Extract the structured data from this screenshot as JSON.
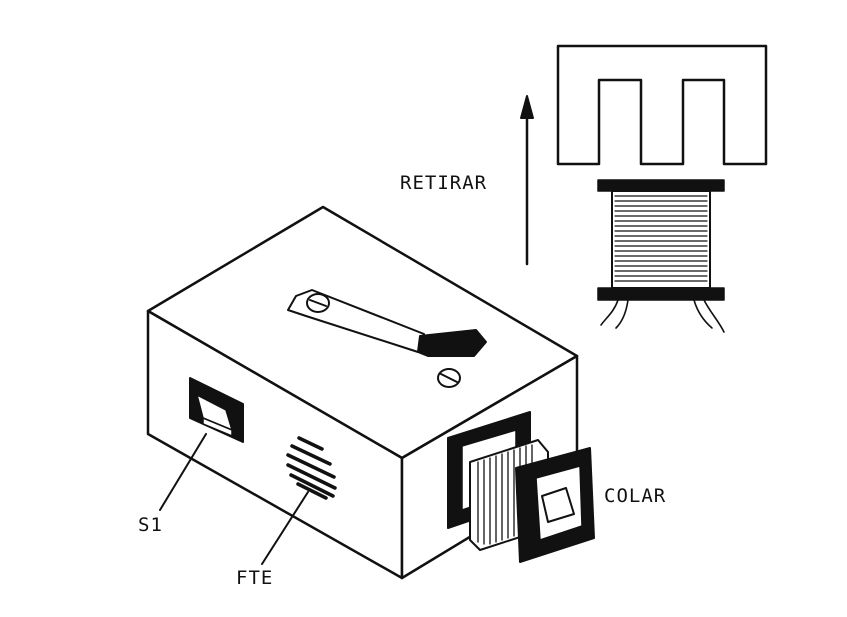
{
  "labels": {
    "retirar": "RETIRAR",
    "colar": "COLAR",
    "switch": "S1",
    "speaker": "FTE"
  },
  "colors": {
    "ink": "#111111",
    "paper": "#ffffff"
  }
}
